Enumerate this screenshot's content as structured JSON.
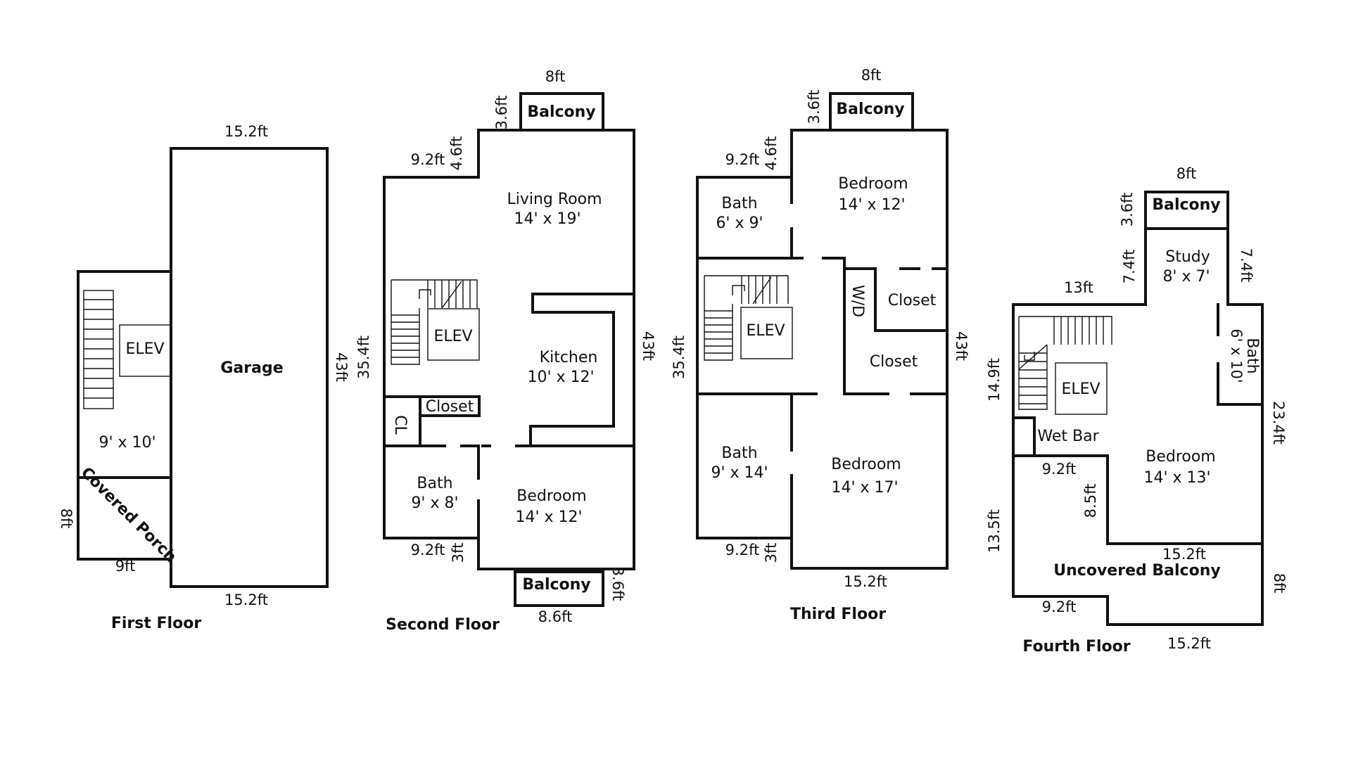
{
  "floors": {
    "first": {
      "name": "First Floor",
      "garage": "Garage",
      "elev": "ELEV",
      "room_size": "9' x 10'",
      "porch": "Covered Porch",
      "dims": {
        "top": "15.2ft",
        "bottom": "15.2ft",
        "right": "43ft",
        "porch_left": "8ft",
        "porch_bottom": "9ft"
      }
    },
    "second": {
      "name": "Second Floor",
      "living_room": "Living Room",
      "living_room_size": "14' x 19'",
      "kitchen": "Kitchen",
      "kitchen_size": "10' x 12'",
      "elev": "ELEV",
      "closet": "Closet",
      "cl": "CL",
      "bath": "Bath",
      "bath_size": "9' x 8'",
      "bedroom": "Bedroom",
      "bedroom_size": "14' x 12'",
      "balcony_top": "Balcony",
      "balcony_bottom": "Balcony",
      "dims": {
        "balcony_top_w": "8ft",
        "balcony_top_d": "3.6ft",
        "step_w": "9.2ft",
        "step_d": "4.6ft",
        "left": "35.4ft",
        "right": "43ft",
        "bottom_step_w": "9.2ft",
        "bottom_step_d": "3ft",
        "balcony_bottom_w": "8.6ft",
        "balcony_bottom_d": "3.6ft"
      }
    },
    "third": {
      "name": "Third Floor",
      "bath1": "Bath",
      "bath1_size": "6' x 9'",
      "bedroom1": "Bedroom",
      "bedroom1_size": "14' x 12'",
      "elev": "ELEV",
      "wd": "W/D",
      "closet1": "Closet",
      "closet2": "Closet",
      "bath2": "Bath",
      "bath2_size": "9' x 14'",
      "bedroom2": "Bedroom",
      "bedroom2_size": "14' x 17'",
      "balcony": "Balcony",
      "dims": {
        "balcony_w": "8ft",
        "balcony_d": "3.6ft",
        "step_w": "9.2ft",
        "step_d": "4.6ft",
        "left": "35.4ft",
        "right": "43ft",
        "bottom_step_w": "9.2ft",
        "bottom_step_d": "3ft",
        "bottom": "15.2ft"
      }
    },
    "fourth": {
      "name": "Fourth Floor",
      "balcony": "Balcony",
      "study": "Study",
      "study_size": "8' x 7'",
      "bath": "Bath",
      "bath_size": "6' x 10'",
      "elev": "ELEV",
      "wet_bar": "Wet Bar",
      "bedroom": "Bedroom",
      "bedroom_size": "14' x 13'",
      "uncovered_balcony": "Uncovered Balcony",
      "dims": {
        "balcony_w": "8ft",
        "balcony_d": "3.6ft",
        "study_left": "7.4ft",
        "study_right": "7.4ft",
        "top": "13ft",
        "left_upper": "14.9ft",
        "right": "23.4ft",
        "inner_w": "9.2ft",
        "inner_d": "8.5ft",
        "left_lower": "13.5ft",
        "balcony_top": "15.2ft",
        "balcony_right": "8ft",
        "balcony_step": "9.2ft",
        "bottom": "15.2ft"
      }
    }
  }
}
